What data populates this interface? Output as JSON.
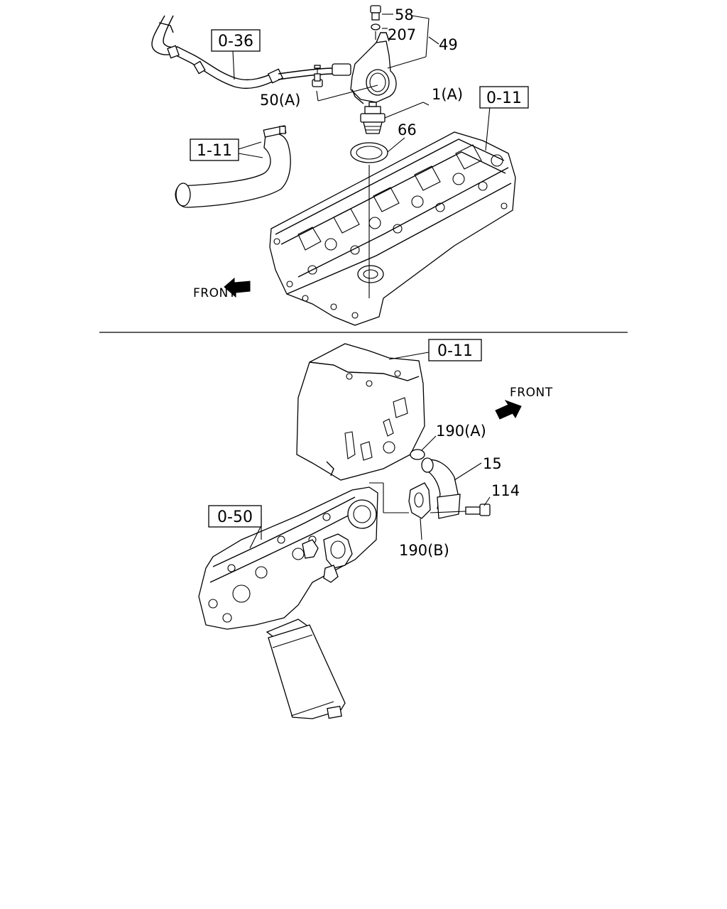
{
  "top_section": {
    "refs": {
      "r036": "0-36",
      "r011": "0-11",
      "r111": "1-11"
    },
    "labels": {
      "p58": "58",
      "p207": "207",
      "p49": "49",
      "p50a": "50(A)",
      "p1a": "1(A)",
      "p66": "66"
    },
    "front": "FRONT"
  },
  "bottom_section": {
    "refs": {
      "r011": "0-11",
      "r050": "0-50"
    },
    "labels": {
      "p190a": "190(A)",
      "p15": "15",
      "p114": "114",
      "p190b": "190(B)"
    },
    "front": "FRONT"
  }
}
